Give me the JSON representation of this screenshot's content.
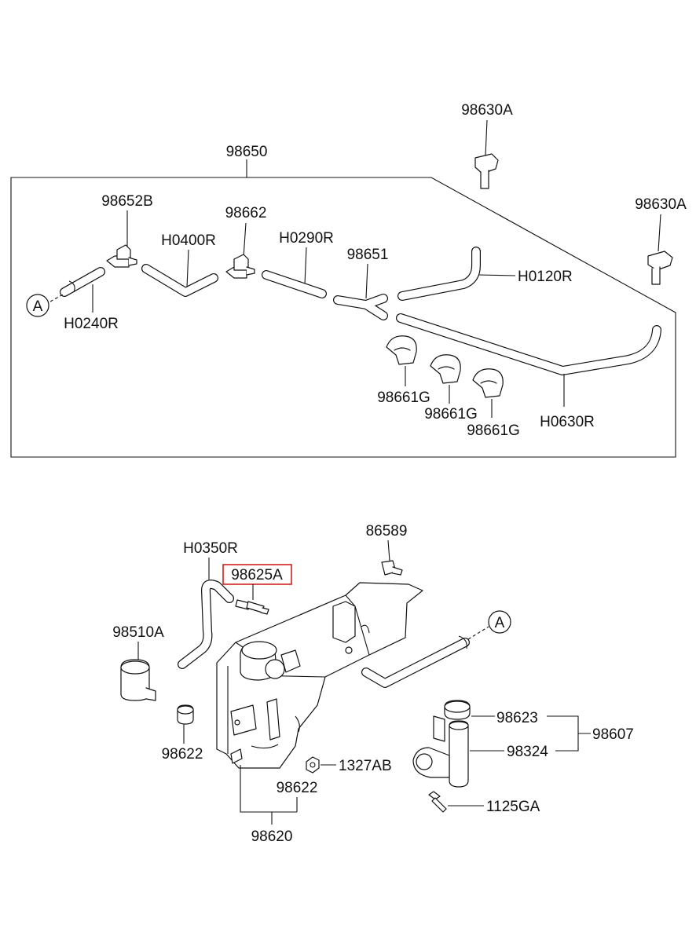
{
  "labels": {
    "l98630A_top": "98630A",
    "l98650": "98650",
    "l98630A_right": "98630A",
    "l98652B": "98652B",
    "l98662": "98662",
    "lH0400R": "H0400R",
    "lH0290R": "H0290R",
    "l98651": "98651",
    "lH0120R": "H0120R",
    "lA_top": "A",
    "lH0240R": "H0240R",
    "l98661G_1": "98661G",
    "l98661G_2": "98661G",
    "l98661G_3": "98661G",
    "lH0630R": "H0630R",
    "l86589": "86589",
    "lH0350R": "H0350R",
    "l98625A": "98625A",
    "l98510A": "98510A",
    "lA_bottom": "A",
    "l98623": "98623",
    "l98607": "98607",
    "l98324": "98324",
    "l98622_left": "98622",
    "l1327AB": "1327AB",
    "l98622_mid": "98622",
    "l1125GA": "1125GA",
    "l98620": "98620"
  },
  "highlight": {
    "color": "#d21f1f",
    "target": "98625A"
  }
}
